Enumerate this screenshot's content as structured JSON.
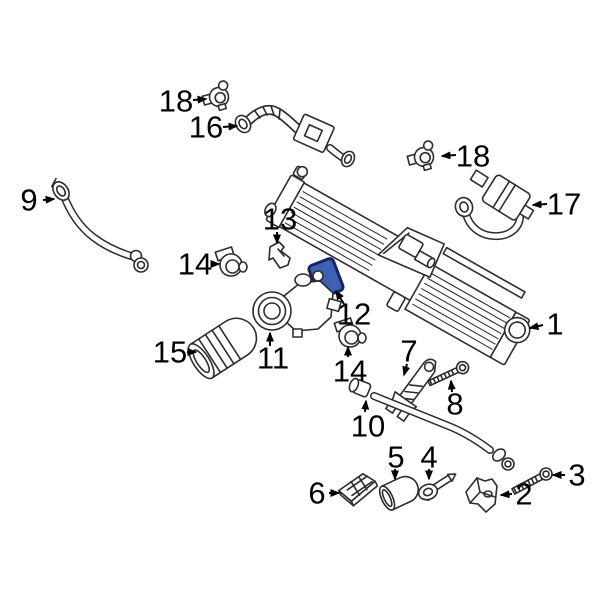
{
  "diagram": {
    "kind": "exploded-parts-diagram",
    "subject": "intercooler-and-charge-air-components"
  },
  "colors": {
    "background": "#ffffff",
    "line": "#2d2d2d",
    "label": "#000000",
    "highlight_fill": "#3c63b3",
    "highlight_stroke": "#17255e"
  },
  "callouts": [
    {
      "id": "18a",
      "label": "18"
    },
    {
      "id": "16",
      "label": "16"
    },
    {
      "id": "9",
      "label": "9"
    },
    {
      "id": "18b",
      "label": "18"
    },
    {
      "id": "17",
      "label": "17"
    },
    {
      "id": "1",
      "label": "1"
    },
    {
      "id": "13",
      "label": "13"
    },
    {
      "id": "14a",
      "label": "14"
    },
    {
      "id": "12",
      "label": "12"
    },
    {
      "id": "11",
      "label": "11"
    },
    {
      "id": "15",
      "label": "15"
    },
    {
      "id": "14b",
      "label": "14"
    },
    {
      "id": "7",
      "label": "7"
    },
    {
      "id": "8",
      "label": "8"
    },
    {
      "id": "10",
      "label": "10"
    },
    {
      "id": "5",
      "label": "5"
    },
    {
      "id": "4",
      "label": "4"
    },
    {
      "id": "6",
      "label": "6"
    },
    {
      "id": "2",
      "label": "2"
    },
    {
      "id": "3",
      "label": "3"
    }
  ]
}
